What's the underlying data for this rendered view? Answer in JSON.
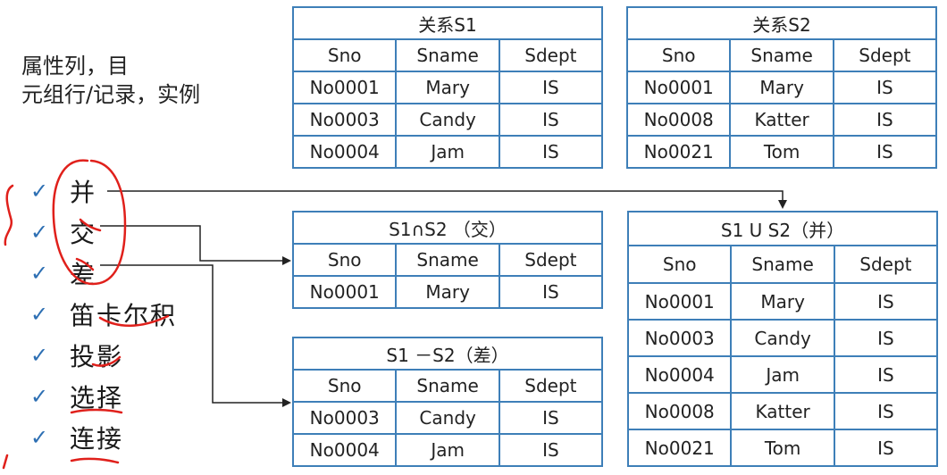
{
  "notes": {
    "line1": "属性列，目",
    "line2": "元组行/记录，实例"
  },
  "operations": [
    {
      "check": "✓",
      "label": "并"
    },
    {
      "check": "✓",
      "label": "交"
    },
    {
      "check": "✓",
      "label": "差"
    },
    {
      "check": "✓",
      "label": "笛卡尔积"
    },
    {
      "check": "✓",
      "label": "投影"
    },
    {
      "check": "✓",
      "label": "选择"
    },
    {
      "check": "✓",
      "label": "连接"
    }
  ],
  "headers": [
    "Sno",
    "Sname",
    "Sdept"
  ],
  "tables": {
    "s1": {
      "title": "关系S1",
      "rows": [
        [
          "No0001",
          "Mary",
          "IS"
        ],
        [
          "No0003",
          "Candy",
          "IS"
        ],
        [
          "No0004",
          "Jam",
          "IS"
        ]
      ]
    },
    "s2": {
      "title": "关系S2",
      "rows": [
        [
          "No0001",
          "Mary",
          "IS"
        ],
        [
          "No0008",
          "Katter",
          "IS"
        ],
        [
          "No0021",
          "Tom",
          "IS"
        ]
      ]
    },
    "intersect": {
      "title": "S1∩S2 （交）",
      "rows": [
        [
          "No0001",
          "Mary",
          "IS"
        ]
      ]
    },
    "difference": {
      "title": "S1 －S2（差）",
      "rows": [
        [
          "No0003",
          "Candy",
          "IS"
        ],
        [
          "No0004",
          "Jam",
          "IS"
        ]
      ]
    },
    "union": {
      "title": "S1 U S2（并）",
      "rows": [
        [
          "No0001",
          "Mary",
          "IS"
        ],
        [
          "No0003",
          "Candy",
          "IS"
        ],
        [
          "No0004",
          "Jam",
          "IS"
        ],
        [
          "No0008",
          "Katter",
          "IS"
        ],
        [
          "No0021",
          "Tom",
          "IS"
        ]
      ]
    }
  },
  "colors": {
    "table_border": "#3e7fb8",
    "check": "#2d6fb3",
    "annotation": "#e0201b",
    "arrow": "#222222"
  }
}
